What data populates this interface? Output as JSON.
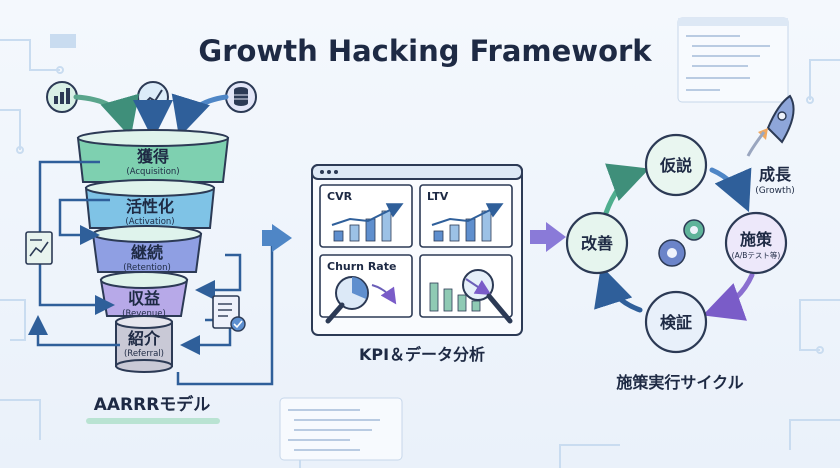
{
  "title": "Growth Hacking Framework",
  "funnel": {
    "caption": "AARRRモデル",
    "stages": [
      {
        "label": "獲得",
        "sub": "(Acquisition)",
        "color": "#7ed0b0"
      },
      {
        "label": "活性化",
        "sub": "(Activation)",
        "color": "#7fc3e6"
      },
      {
        "label": "継続",
        "sub": "(Retention)",
        "color": "#8f9fe3"
      },
      {
        "label": "収益",
        "sub": "(Revenue)",
        "color": "#b7a9e8"
      },
      {
        "label": "紹介",
        "sub": "(Referral)",
        "color": "#c9c9d6"
      }
    ],
    "input_icons": [
      "bar-chart-icon",
      "line-chart-icon",
      "database-icon"
    ],
    "side_icons": [
      "report-chart-icon",
      "approved-document-icon"
    ]
  },
  "kpi": {
    "caption": "KPI＆データ分析",
    "panels": [
      {
        "label": "CVR",
        "icon": "bar-chart-icon"
      },
      {
        "label": "LTV",
        "icon": "bar-chart-icon"
      },
      {
        "label": "Churn Rate",
        "icon": "pie-chart-magnifier-icon"
      },
      {
        "label": "",
        "icon": "declining-chart-magnifier-icon"
      }
    ]
  },
  "cycle": {
    "caption": "施策実行サイクル",
    "nodes": [
      {
        "label": "仮説",
        "sub": ""
      },
      {
        "label": "施策",
        "sub": "(A/Bテスト等)"
      },
      {
        "label": "検証",
        "sub": ""
      },
      {
        "label": "改善",
        "sub": ""
      }
    ],
    "growth": {
      "label": "成長",
      "sub": "(Growth)"
    },
    "center_icon": "gears-icon"
  },
  "colors": {
    "accent": "#3a6fb0",
    "dark": "#1e2a44",
    "cycle_arrow": "#8a6fd0",
    "flow_arrow": "#4f86c6"
  }
}
